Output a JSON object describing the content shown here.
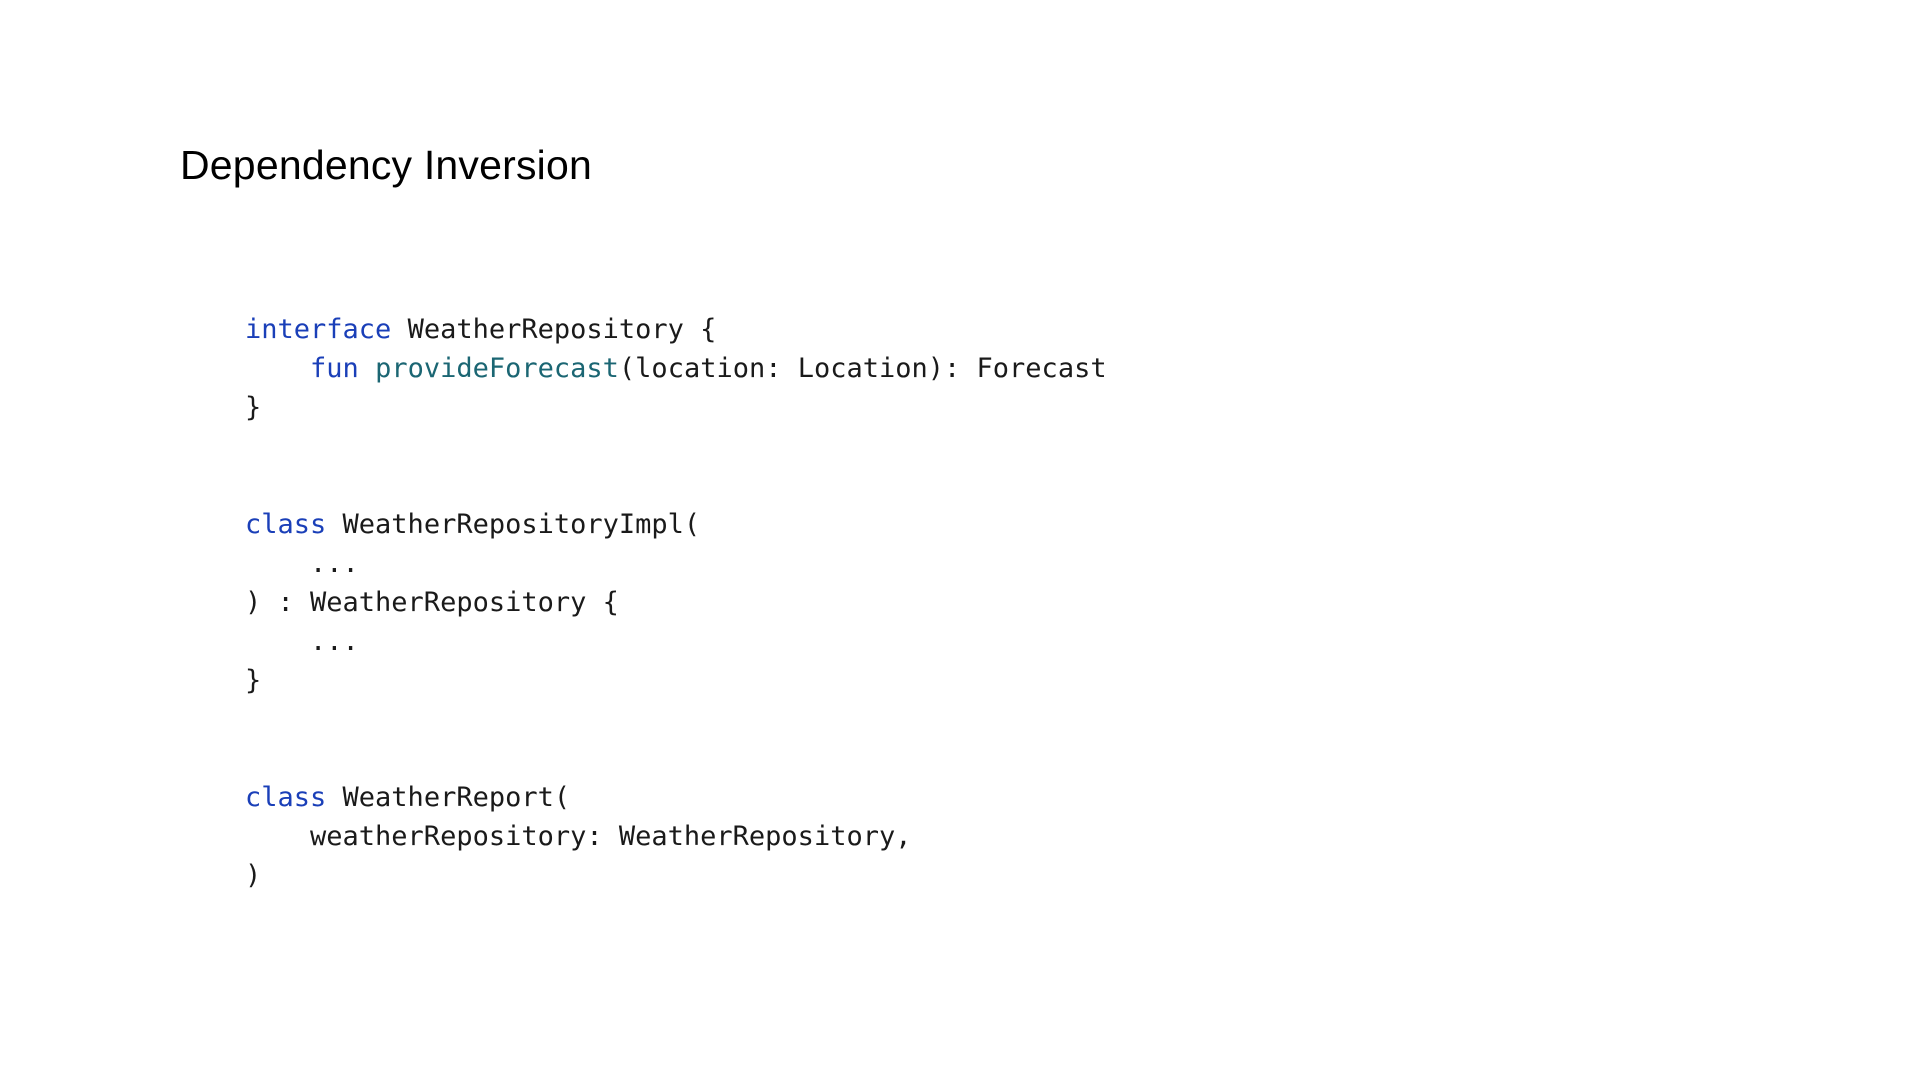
{
  "slide": {
    "title": "Dependency Inversion",
    "background_color": "#ffffff",
    "title_color": "#000000"
  },
  "syntax_colors": {
    "keyword": "#1a3fb8",
    "function": "#1b6673",
    "plain": "#1a1a1a"
  },
  "code": {
    "language": "kotlin",
    "blocks": [
      {
        "id": "interface-weather-repository",
        "lines": [
          {
            "tokens": [
              {
                "text": "interface",
                "type": "keyword"
              },
              {
                "text": " WeatherRepository {",
                "type": "plain"
              }
            ]
          },
          {
            "tokens": [
              {
                "text": "    ",
                "type": "plain"
              },
              {
                "text": "fun",
                "type": "keyword"
              },
              {
                "text": " ",
                "type": "plain"
              },
              {
                "text": "provideForecast",
                "type": "function"
              },
              {
                "text": "(location: Location): Forecast",
                "type": "plain"
              }
            ]
          },
          {
            "tokens": [
              {
                "text": "}",
                "type": "plain"
              }
            ]
          }
        ]
      },
      {
        "id": "class-weather-repository-impl",
        "lines": [
          {
            "tokens": [
              {
                "text": "class",
                "type": "keyword"
              },
              {
                "text": " WeatherRepositoryImpl(",
                "type": "plain"
              }
            ]
          },
          {
            "tokens": [
              {
                "text": "    ...",
                "type": "plain"
              }
            ]
          },
          {
            "tokens": [
              {
                "text": ") : WeatherRepository {",
                "type": "plain"
              }
            ]
          },
          {
            "tokens": [
              {
                "text": "    ...",
                "type": "plain"
              }
            ]
          },
          {
            "tokens": [
              {
                "text": "}",
                "type": "plain"
              }
            ]
          }
        ]
      },
      {
        "id": "class-weather-report",
        "lines": [
          {
            "tokens": [
              {
                "text": "class",
                "type": "keyword"
              },
              {
                "text": " WeatherReport(",
                "type": "plain"
              }
            ]
          },
          {
            "tokens": [
              {
                "text": "    weatherRepository: WeatherRepository,",
                "type": "plain"
              }
            ]
          },
          {
            "tokens": [
              {
                "text": ")",
                "type": "plain"
              }
            ]
          }
        ]
      }
    ],
    "block_gap_lines": 2
  }
}
